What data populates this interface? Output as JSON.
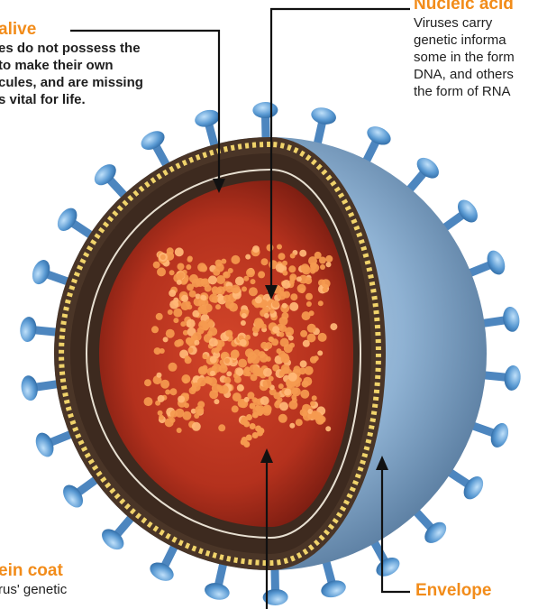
{
  "labels": {
    "alive": {
      "title": "alive",
      "lines": [
        "es do not possess the",
        "to make their own",
        "cules, and are missing",
        "s vital for life."
      ]
    },
    "nucleic": {
      "title": "Nucleic acid",
      "lines": [
        "Viruses carry",
        "genetic informa",
        "some in the form",
        "DNA, and others",
        "the form of RNA"
      ]
    },
    "protein": {
      "title": "ein coat",
      "lines": [
        "rus' genetic"
      ]
    },
    "envelope": {
      "title": "Envelope"
    }
  },
  "colors": {
    "accent": "#f28c1a",
    "core": "#b3311c",
    "envelope": "#7fa6c9",
    "spike": "#4f8fc7",
    "rna": "#f5a15a",
    "shell_dots": "#f0d36a"
  }
}
